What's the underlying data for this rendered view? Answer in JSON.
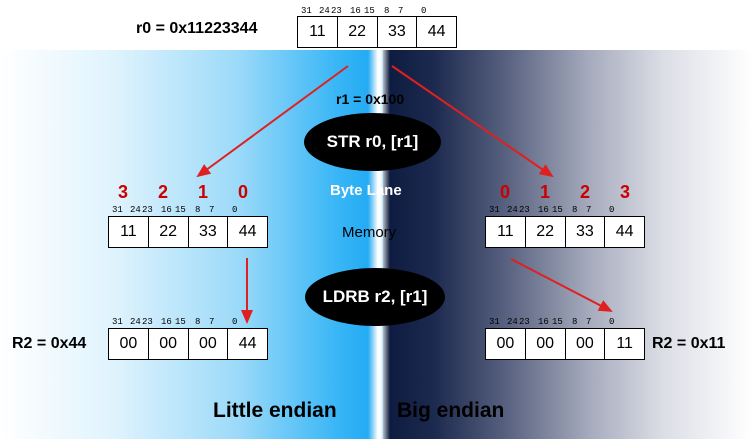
{
  "colors": {
    "arrow": "#e02020",
    "lane_number": "#cc0000",
    "left_blue": "#1aa6f2",
    "right_navy": "#0b1a3e"
  },
  "header": {
    "r0_label": "r0 =  0x11223344",
    "word": [
      "11",
      "22",
      "33",
      "44"
    ]
  },
  "bit_positions": [
    "31",
    "24",
    "23",
    "16",
    "15",
    "8",
    "7",
    "0"
  ],
  "center": {
    "r1_label": "r1 = 0x100",
    "str_instruction": "STR r0, [r1]",
    "byte_lane_label": "Byte Lane",
    "memory_label": "Memory",
    "ldrb_instruction": "LDRB r2, [r1]"
  },
  "little_endian": {
    "lanes": [
      "3",
      "2",
      "1",
      "0"
    ],
    "memory_word": [
      "11",
      "22",
      "33",
      "44"
    ],
    "result_word": [
      "00",
      "00",
      "00",
      "44"
    ],
    "result_label": "R2 = 0x44",
    "footer": "Little endian"
  },
  "big_endian": {
    "lanes": [
      "0",
      "1",
      "2",
      "3"
    ],
    "memory_word": [
      "11",
      "22",
      "33",
      "44"
    ],
    "result_word": [
      "00",
      "00",
      "00",
      "11"
    ],
    "result_label": "R2 = 0x11",
    "footer": "Big endian"
  }
}
